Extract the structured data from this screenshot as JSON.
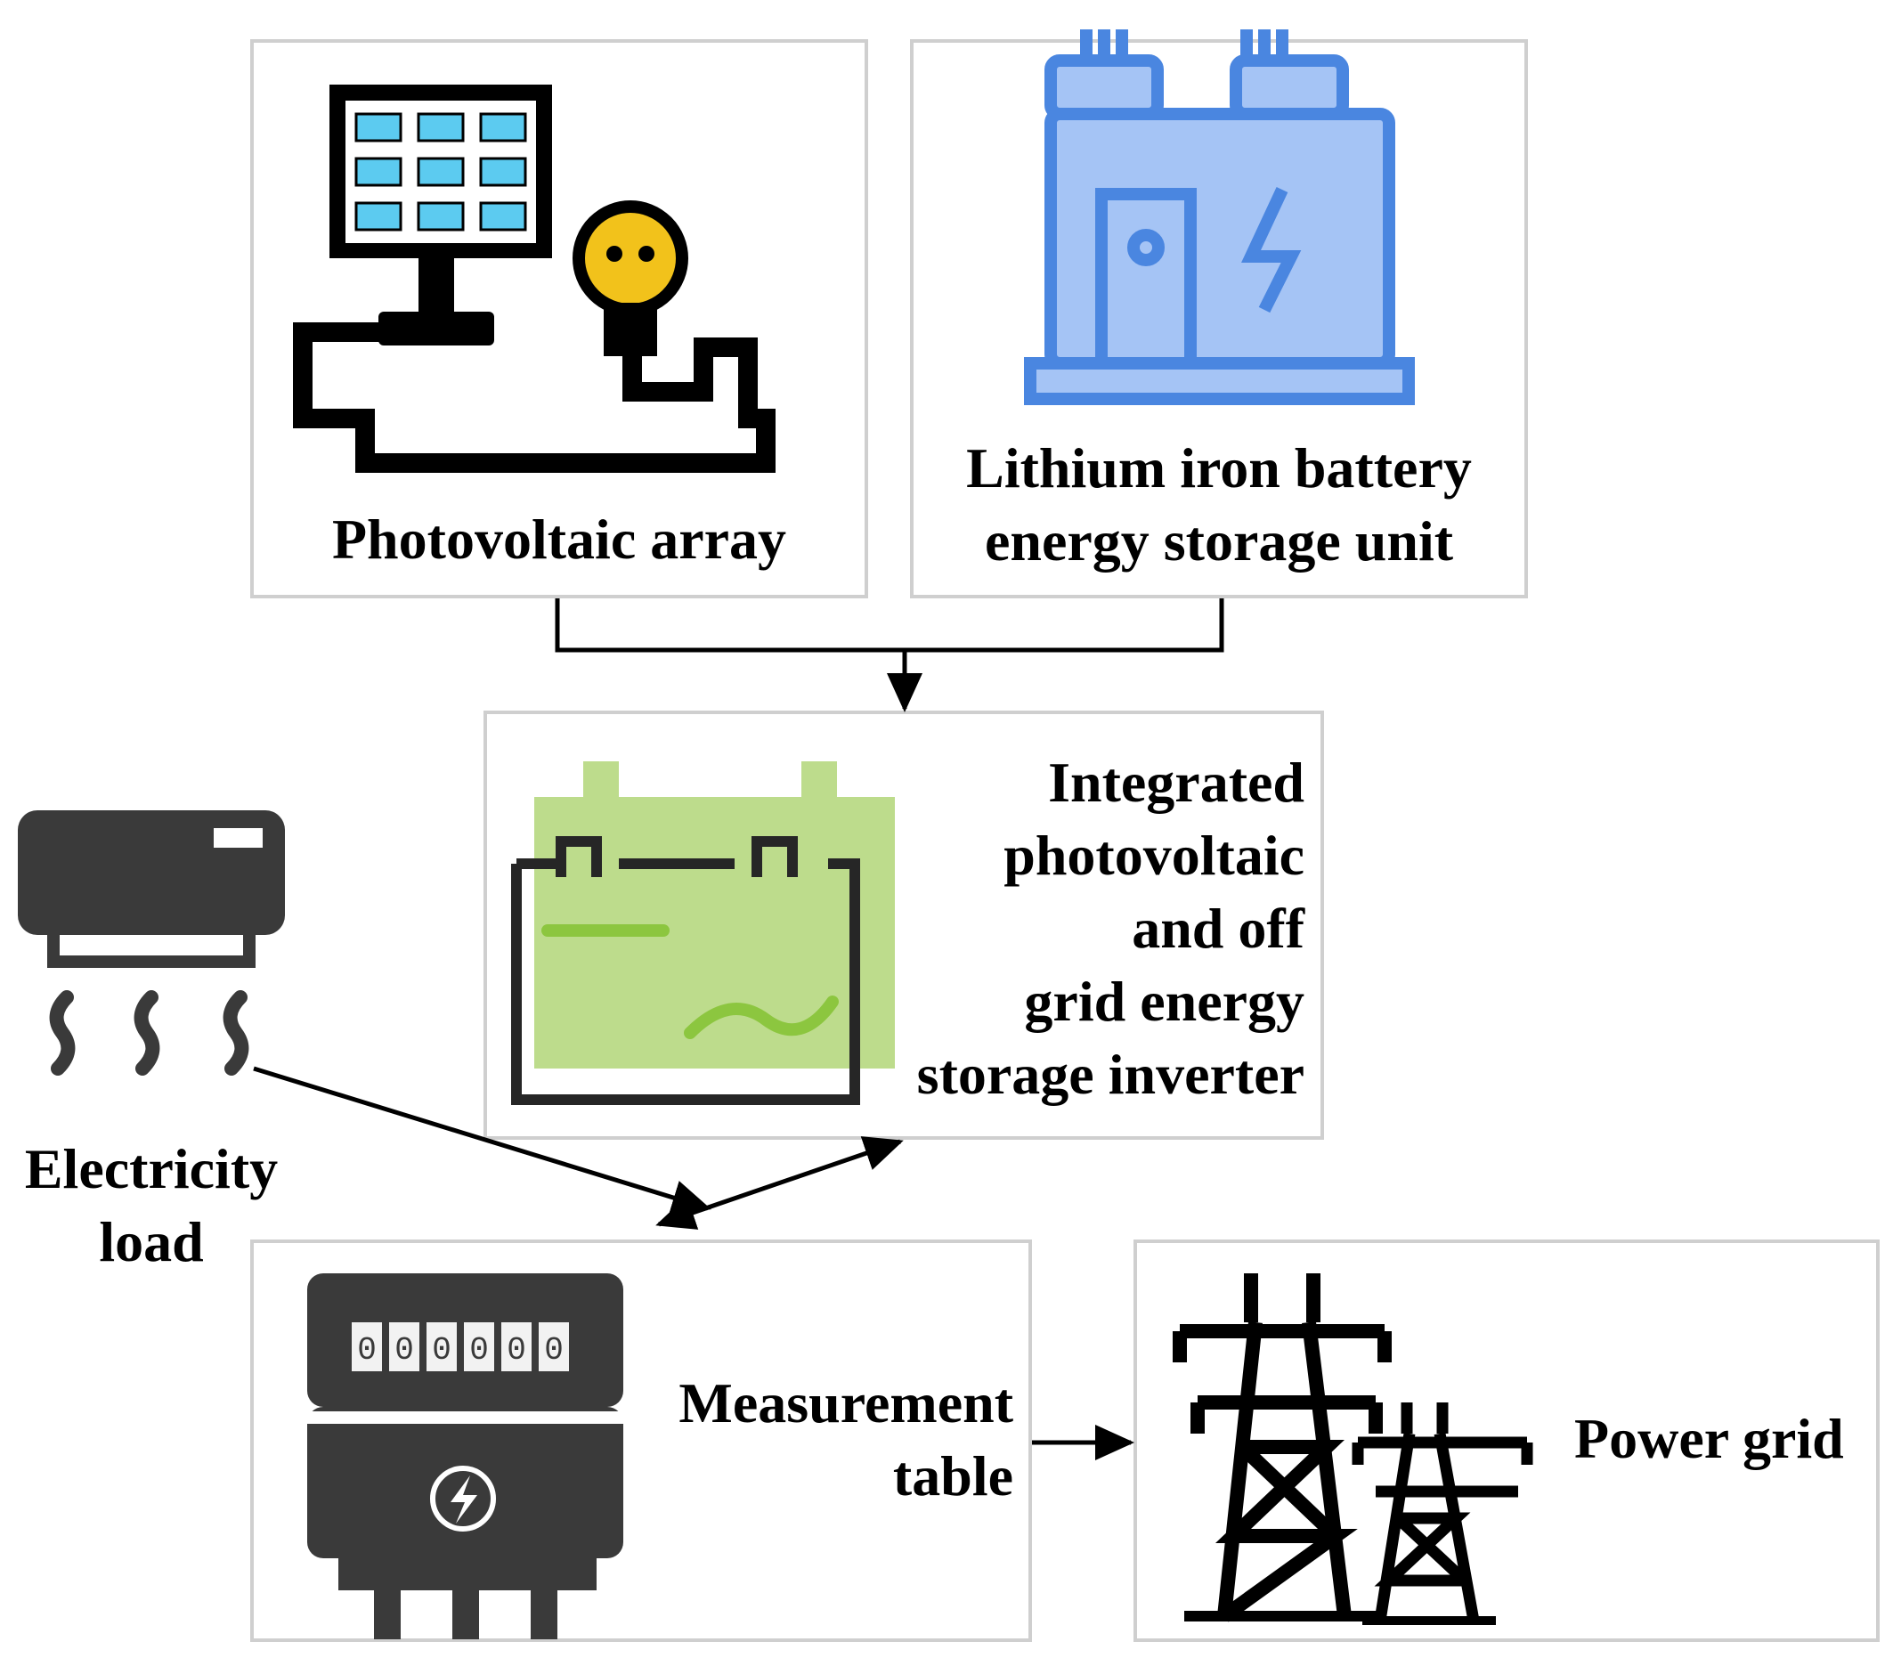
{
  "nodes": {
    "pv_array": {
      "label": "Photovoltaic array",
      "icon": "solar-panel-bulb-icon"
    },
    "battery": {
      "lines": [
        "Lithium iron battery",
        "energy storage unit"
      ],
      "icon": "battery-storage-building-icon"
    },
    "inverter": {
      "lines": [
        "Integrated",
        "photovoltaic",
        "and off",
        "grid energy",
        "storage inverter"
      ],
      "icon": "battery-inverter-icon"
    },
    "load": {
      "lines": [
        "Electricity",
        "load"
      ],
      "icon": "air-conditioner-icon"
    },
    "meter": {
      "lines": [
        "Measurement",
        "table"
      ],
      "icon": "electric-meter-icon",
      "digits": [
        "0",
        "0",
        "0",
        "0",
        "0",
        "0"
      ]
    },
    "grid": {
      "label": "Power grid",
      "icon": "transmission-tower-icon"
    }
  },
  "edges": [
    {
      "from": "pv_array",
      "to": "inverter"
    },
    {
      "from": "battery",
      "to": "inverter"
    },
    {
      "from": "load",
      "to": "meter"
    },
    {
      "from": "meter",
      "to": "inverter",
      "bidirectional": true
    },
    {
      "from": "meter",
      "to": "grid"
    }
  ],
  "colors": {
    "box_border": "#cfcfcf",
    "solar_cell": "#5ccbf0",
    "bulb": "#f2c21b",
    "building_fill": "#a5c4f5",
    "building_stroke": "#4a86e0",
    "inverter_green": "#bddc8c",
    "inverter_accent": "#8cc63f",
    "dark_icon": "#3a3a3a"
  }
}
